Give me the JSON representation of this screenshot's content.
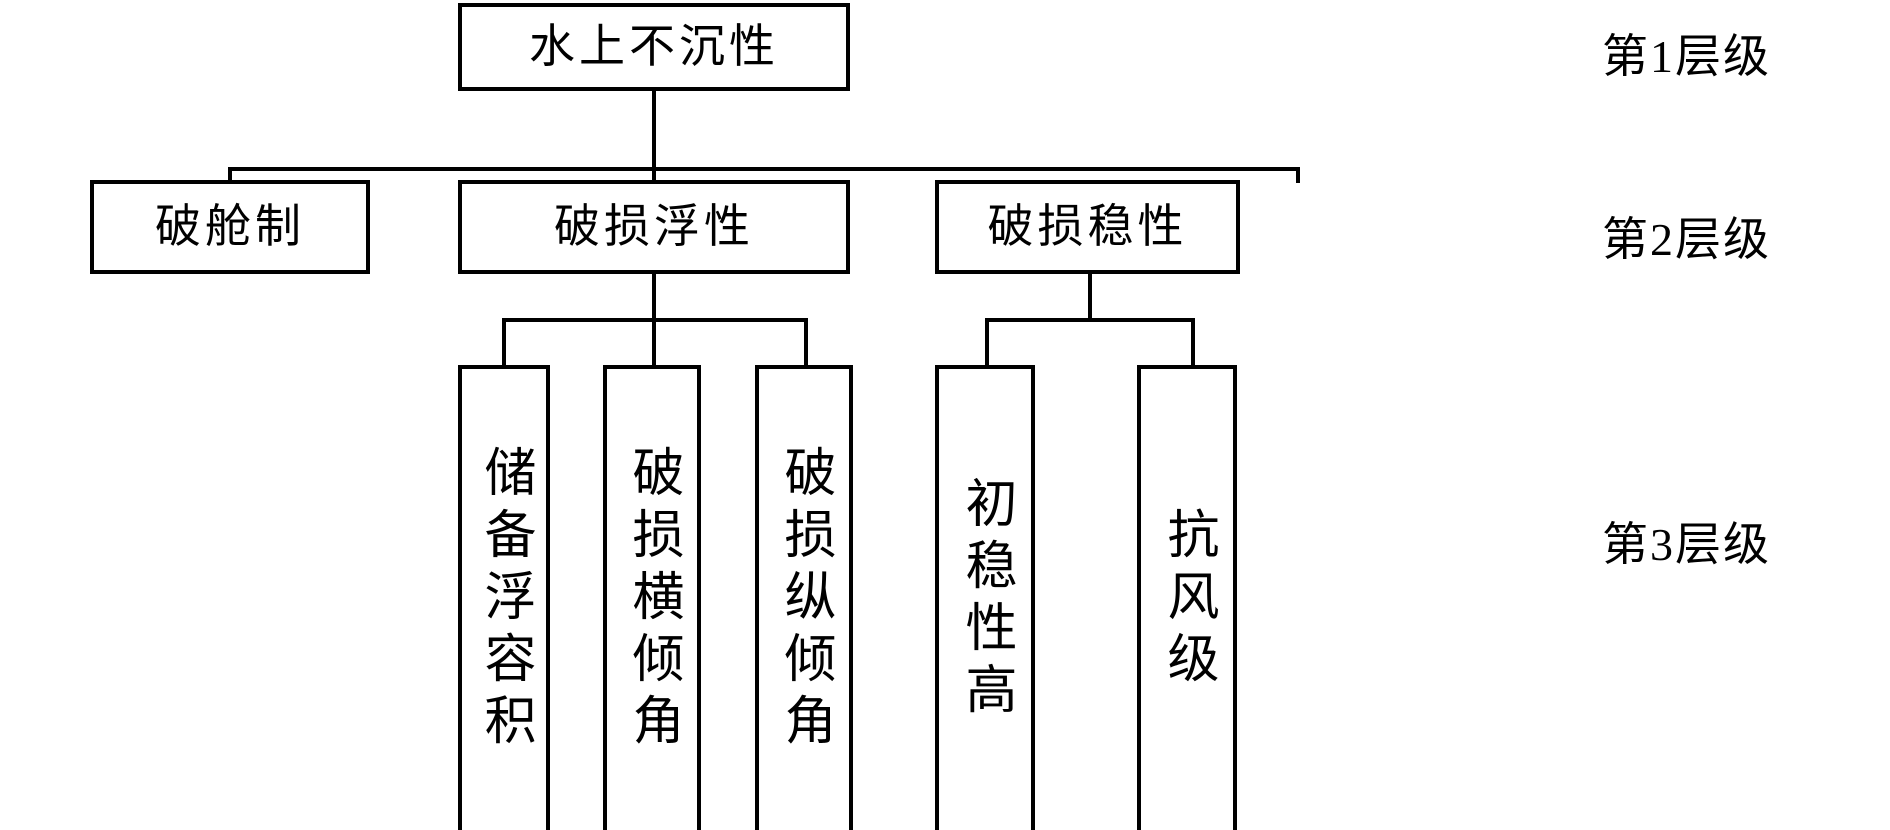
{
  "diagram": {
    "title": "水上不沉性",
    "level1": {
      "nodes": [
        {
          "text": "水上不沉性"
        }
      ]
    },
    "level2": {
      "nodes": [
        {
          "text": "破舱制"
        },
        {
          "text": "破损浮性"
        },
        {
          "text": "破损稳性"
        }
      ]
    },
    "level3": {
      "nodes": [
        {
          "text": "储备浮容积"
        },
        {
          "text": "破损横倾角"
        },
        {
          "text": "破损纵倾角"
        },
        {
          "text": "初稳性高"
        },
        {
          "text": "抗风级"
        }
      ]
    },
    "tier_labels": [
      {
        "text": "第1层级"
      },
      {
        "text": "第2层级"
      },
      {
        "text": "第3层级"
      }
    ],
    "colors": {
      "stroke": "#000000",
      "background": "#ffffff",
      "text": "#000000"
    }
  }
}
